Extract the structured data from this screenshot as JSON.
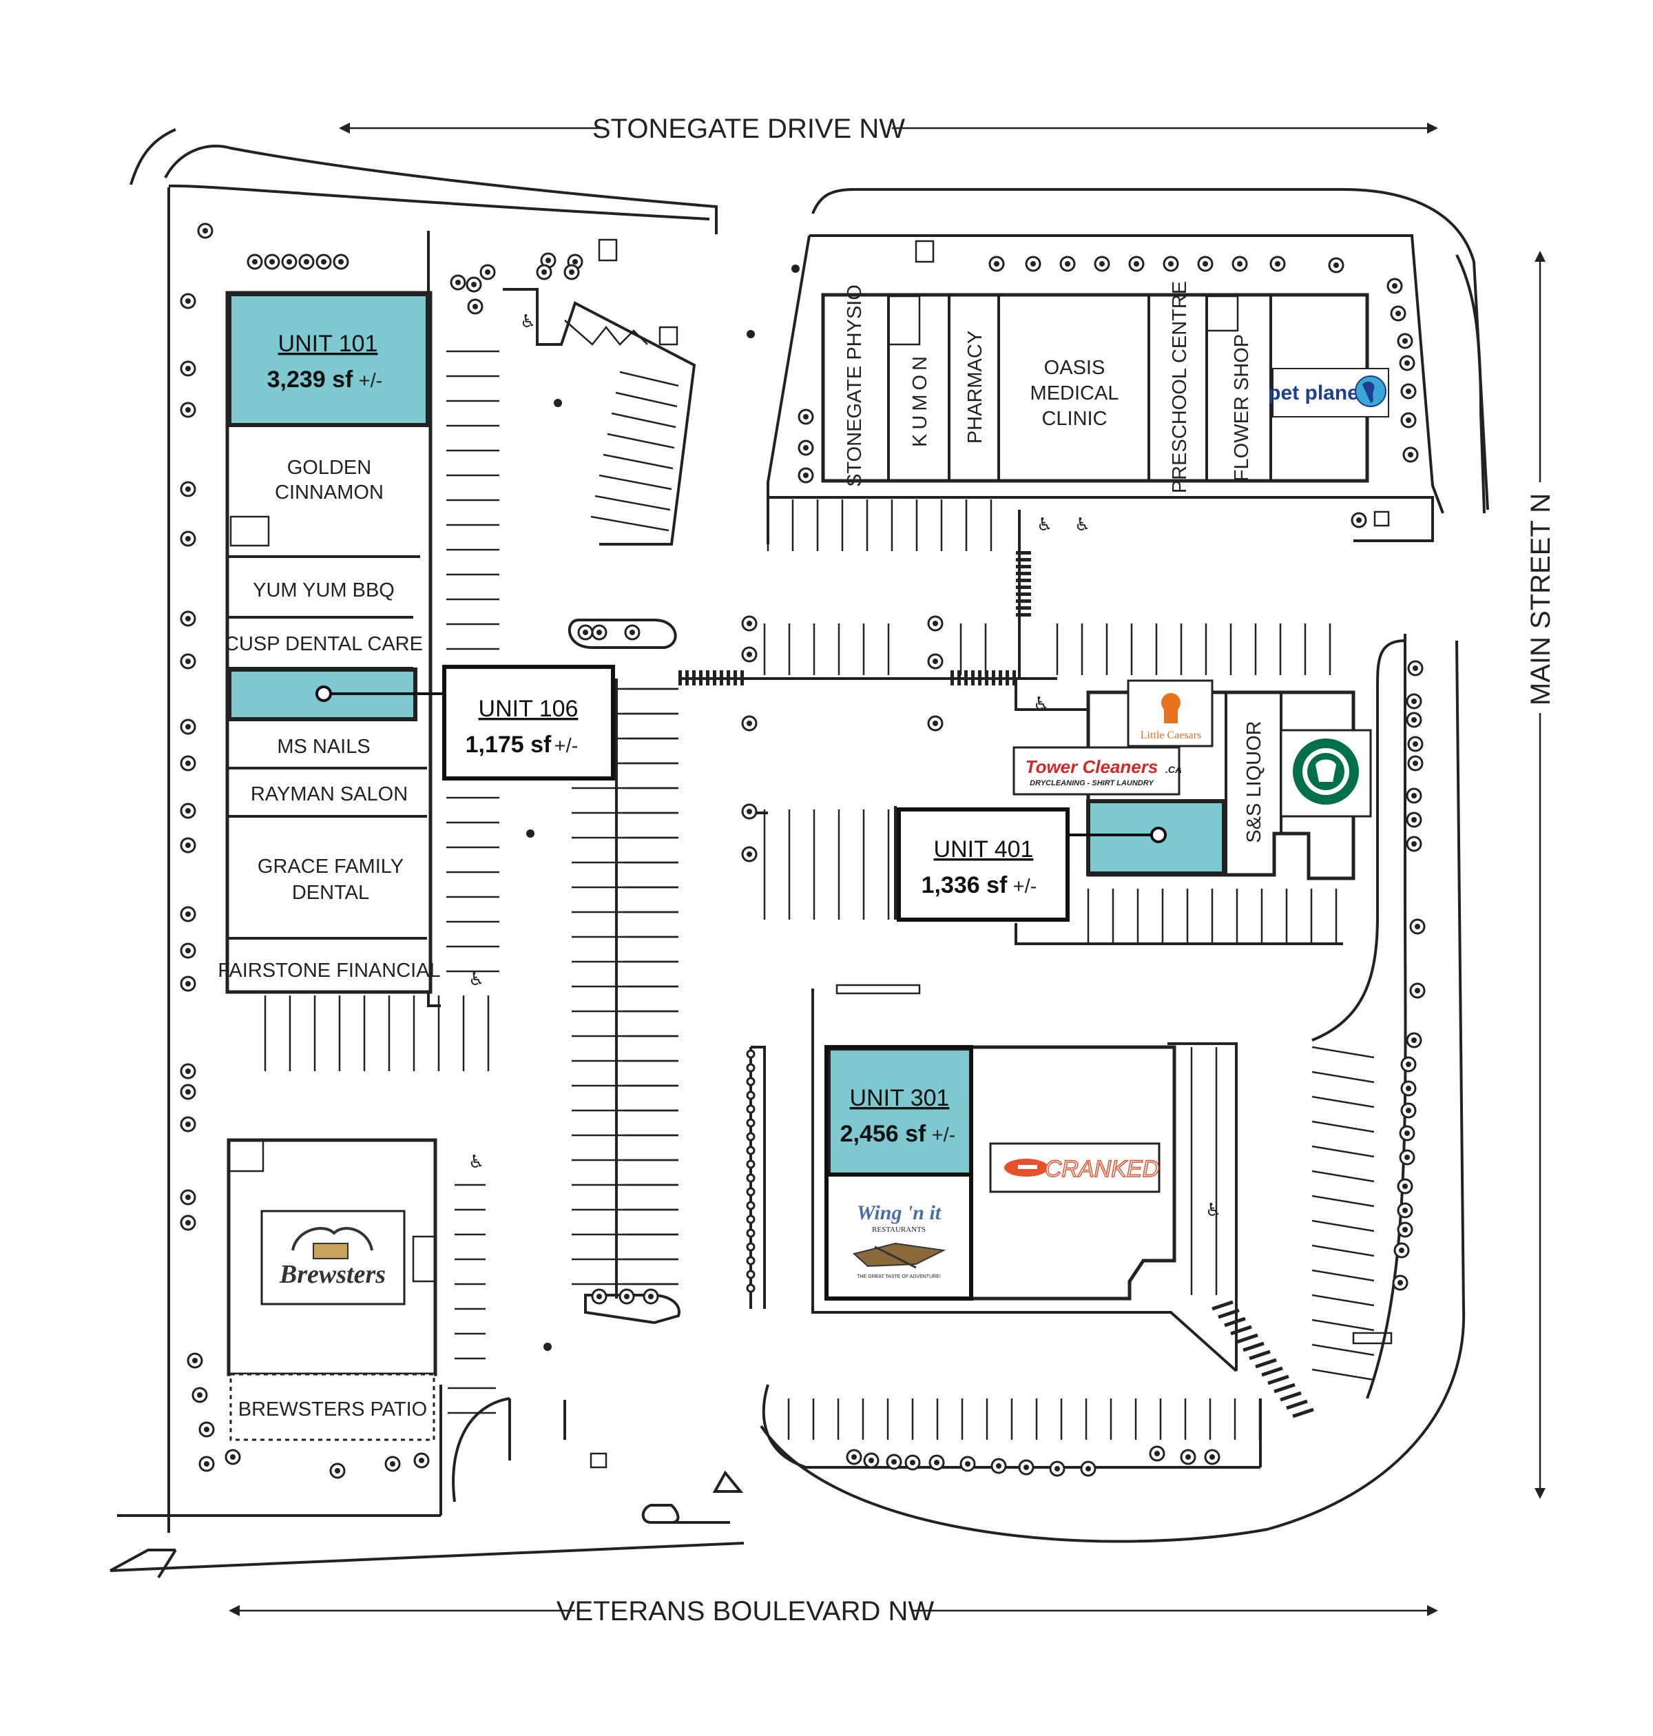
{
  "roads": {
    "north": "STONEGATE DRIVE NW",
    "south": "VETERANS BOULEVARD NW",
    "east": "MAIN STREET N"
  },
  "tenants": {
    "golden_cinnamon": [
      "GOLDEN",
      "CINNAMON"
    ],
    "yum_yum_bbq": "YUM YUM BBQ",
    "cusp_dental": "CUSP DENTAL CARE",
    "ms_nails": "MS NAILS",
    "rayman_salon": "RAYMAN SALON",
    "grace_family_dental": [
      "GRACE FAMILY",
      "DENTAL"
    ],
    "fairstone": "FAIRSTONE FINANCIAL",
    "brewsters_patio": "BREWSTERS PATIO",
    "stonegate_physio": "STONEGATE PHYSIO",
    "kumon": "KUMON",
    "pharmacy": "PHARMACY",
    "oasis": [
      "OASIS",
      "MEDICAL",
      "CLINIC"
    ],
    "preschool": "PRESCHOOL CENTRE",
    "flower_shop": "FLOWER SHOP",
    "sas_liquor": "S&S LIQUOR"
  },
  "logos": {
    "pet_planet": "pet planet",
    "little_caesars": "Little Caesars",
    "tower_cleaners": "Tower Cleaners",
    "tower_cleaners_suffix": ".CA",
    "tower_cleaners_sub": "DRYCLEANING - SHIRT LAUNDRY",
    "cranked": "CRANKED",
    "wing_n_it": "Wing 'n it",
    "wing_n_it_sub": "RESTAURANTS",
    "wing_n_it_tag": "THE GREAT TASTE OF ADVENTURE!",
    "brewsters": "Brewsters"
  },
  "units": {
    "u101": {
      "name": "UNIT 101",
      "size": "3,239 sf",
      "suffix": "+/-"
    },
    "u106": {
      "name": "UNIT 106",
      "size": "1,175 sf",
      "suffix": "+/-"
    },
    "u401": {
      "name": "UNIT 401",
      "size": "1,336 sf",
      "suffix": "+/-"
    },
    "u301": {
      "name": "UNIT 301",
      "size": "2,456 sf",
      "suffix": "+/-"
    }
  },
  "colors": {
    "available": "#7ec8cf",
    "line": "#222222",
    "cranked": "#e8502a",
    "wing": "#4a6fa5",
    "little_caesars": "#e8721c",
    "tower_cleaners": "#d6262a",
    "starbucks": "#00704a",
    "pet_planet": "#1d3f8f"
  }
}
